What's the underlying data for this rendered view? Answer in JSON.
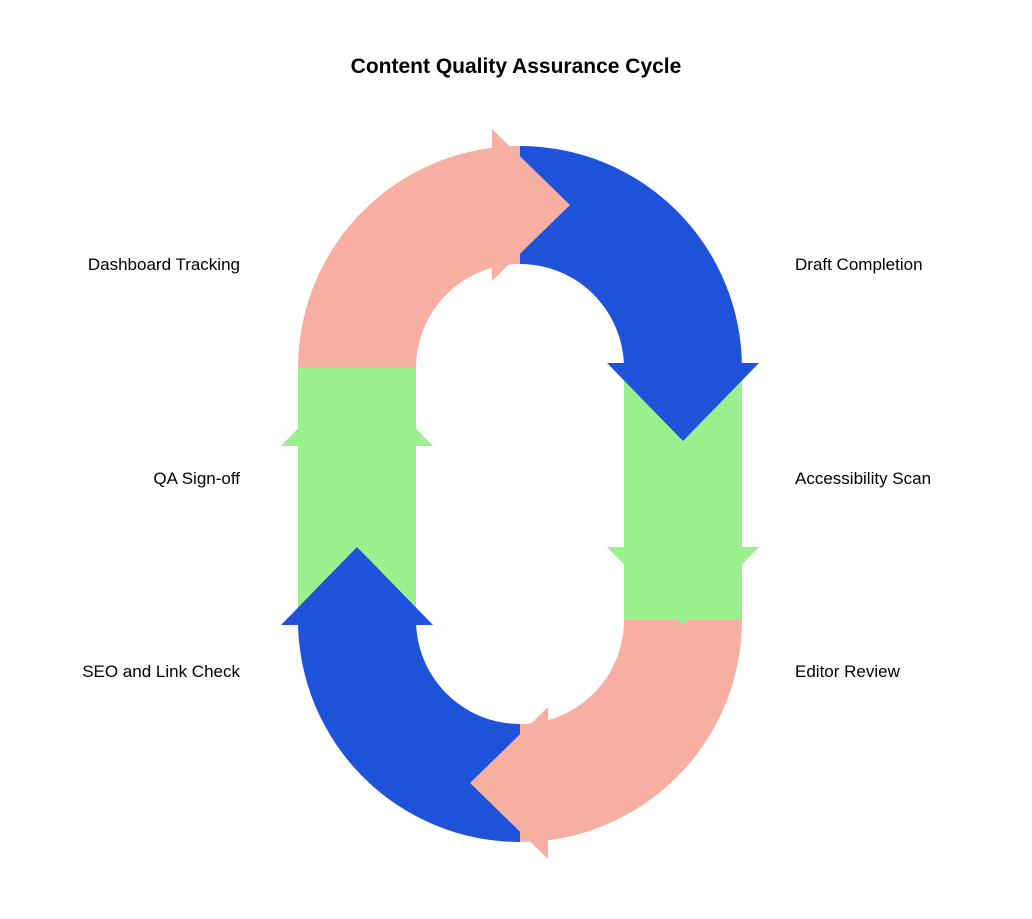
{
  "diagram": {
    "title": "Content Quality Assurance Cycle",
    "type": "cycle",
    "flow_direction": "clockwise",
    "palette": {
      "salmon": "#f7afa2",
      "blue": "#1d52d9",
      "green": "#9af08c"
    },
    "stages": [
      {
        "id": "draft-completion",
        "label": "Draft Completion",
        "color_key": "blue",
        "position": "top-right"
      },
      {
        "id": "accessibility-scan",
        "label": "Accessibility Scan",
        "color_key": "green",
        "position": "middle-right"
      },
      {
        "id": "editor-review",
        "label": "Editor Review",
        "color_key": "salmon",
        "position": "bottom-right"
      },
      {
        "id": "seo-and-link-check",
        "label": "SEO and Link Check",
        "color_key": "blue",
        "position": "bottom-left"
      },
      {
        "id": "qa-sign-off",
        "label": "QA Sign-off",
        "color_key": "green",
        "position": "middle-left"
      },
      {
        "id": "dashboard-tracking",
        "label": "Dashboard Tracking",
        "color_key": "salmon",
        "position": "top-left"
      }
    ]
  }
}
